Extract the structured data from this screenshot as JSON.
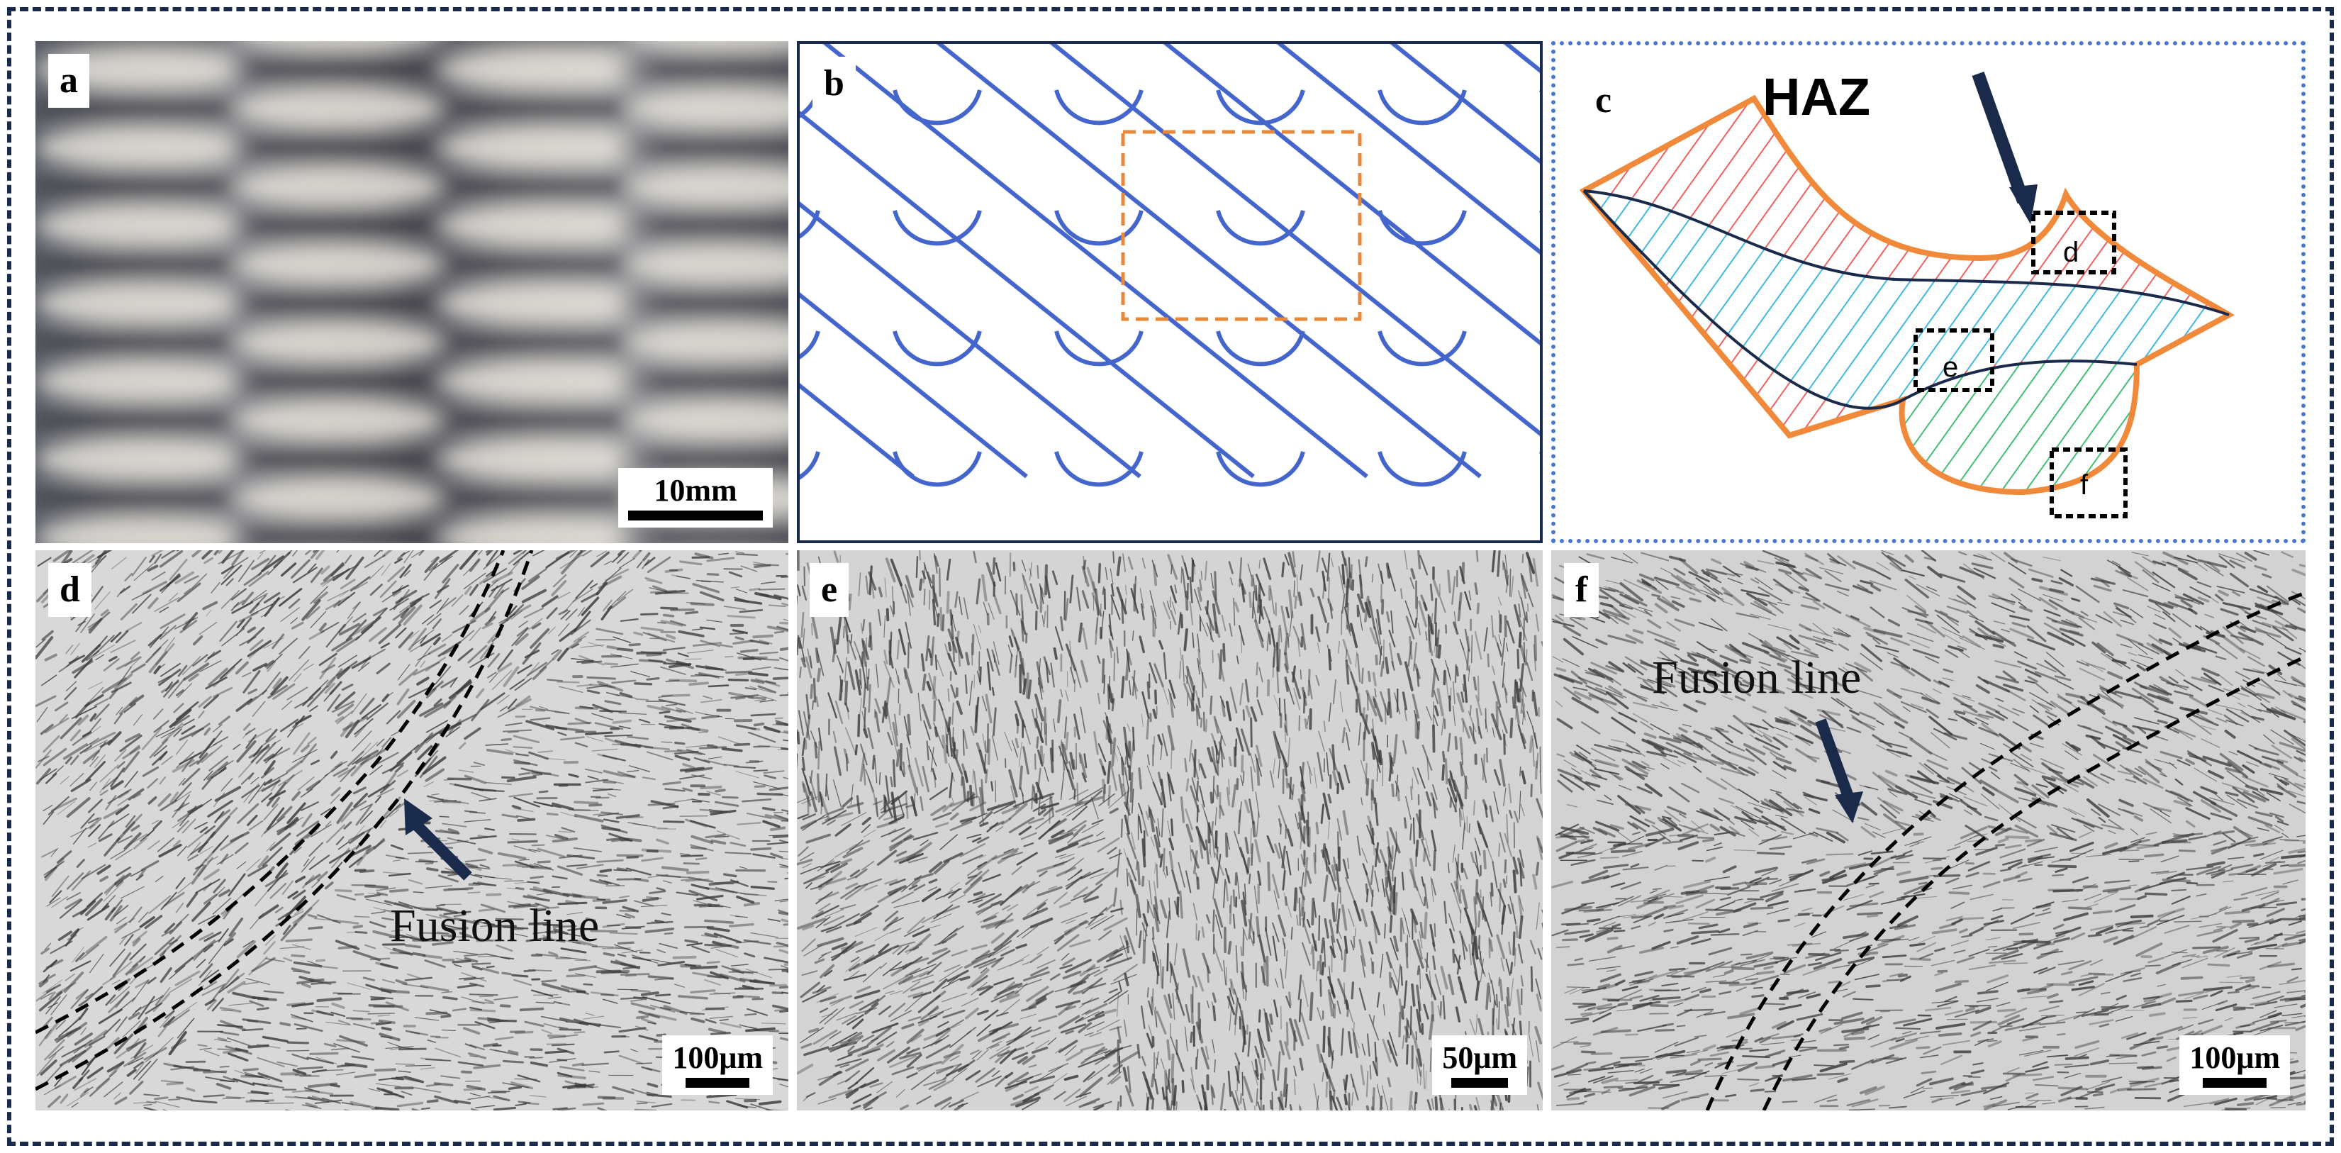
{
  "panels": {
    "a": {
      "label": "a",
      "scale": "10mm"
    },
    "b": {
      "label": "b"
    },
    "c": {
      "label": "c",
      "haz": "HAZ",
      "box_d": "d",
      "box_e": "e",
      "box_f": "f"
    },
    "d": {
      "label": "d",
      "scale": "100μm",
      "annotation": "Fusion line"
    },
    "e": {
      "label": "e",
      "scale": "50μm"
    },
    "f": {
      "label": "f",
      "scale": "100μm",
      "annotation": "Fusion line"
    }
  },
  "colors": {
    "frame": "#1a2a4a",
    "scales_line": "#4466cc",
    "crop_box": "#e8883a",
    "haz_outline": "#f08a3a",
    "hatch_red": "#f05050",
    "hatch_blue": "#40b8e0",
    "hatch_green": "#40c070",
    "dark_line": "#1a2a4a",
    "panel_c_border": "#4a78d0"
  },
  "icons": {
    "arrow": "arrow-icon"
  }
}
